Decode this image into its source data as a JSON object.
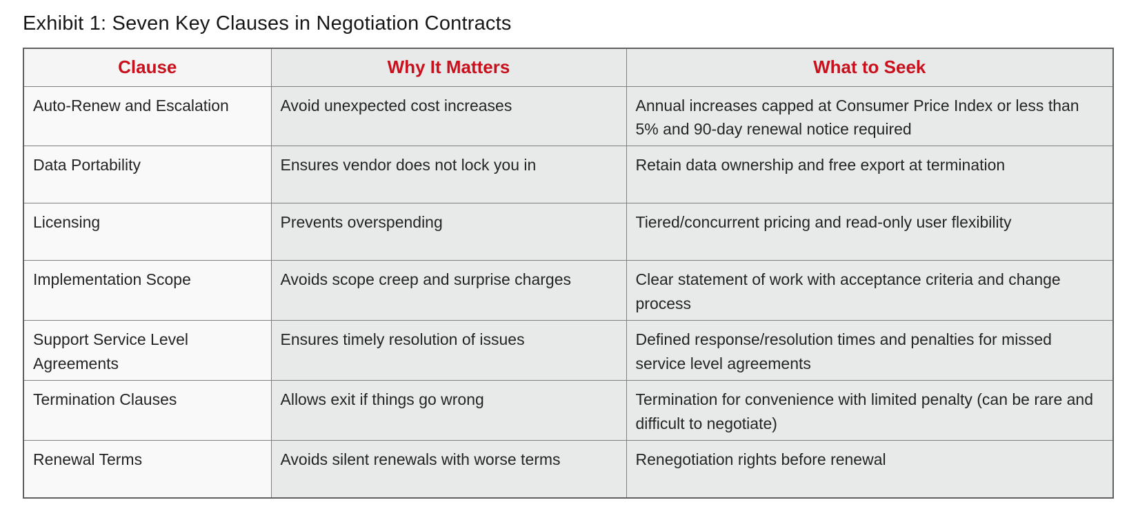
{
  "title": "Exhibit 1: Seven Key Clauses in Negotiation Contracts",
  "colors": {
    "header_text_red": "#c9111e",
    "first_column_bg": "#f8f9f8",
    "other_columns_bg": "#e8eae9",
    "border_gray": "#7d807f",
    "body_text": "#242424"
  },
  "table": {
    "headers": {
      "clause": "Clause",
      "why": "Why It Matters",
      "seek": "What to Seek"
    },
    "rows": [
      {
        "clause": "Auto-Renew and Escalation",
        "why": "Avoid unexpected cost increases",
        "seek": "Annual increases capped at Consumer Price Index or less than 5% and 90-day renewal notice required"
      },
      {
        "clause": "Data Portability",
        "why": "Ensures vendor does not lock you in",
        "seek": "Retain data ownership and free export at termination"
      },
      {
        "clause": "Licensing",
        "why": "Prevents overspending",
        "seek": "Tiered/concurrent pricing and read-only user flexibility"
      },
      {
        "clause": "Implementation Scope",
        "why": "Avoids scope creep and surprise charges",
        "seek": "Clear statement of work with acceptance criteria and change process"
      },
      {
        "clause": "Support Service Level Agreements",
        "why": "Ensures timely resolution of issues",
        "seek": "Defined response/resolution times and penalties for missed service level agreements"
      },
      {
        "clause": "Termination Clauses",
        "why": "Allows exit if things go wrong",
        "seek": "Termination for convenience with limited penalty (can be rare and difficult to negotiate)"
      },
      {
        "clause": "Renewal Terms",
        "why": "Avoids silent renewals with worse terms",
        "seek": "Renegotiation rights before renewal"
      }
    ]
  }
}
